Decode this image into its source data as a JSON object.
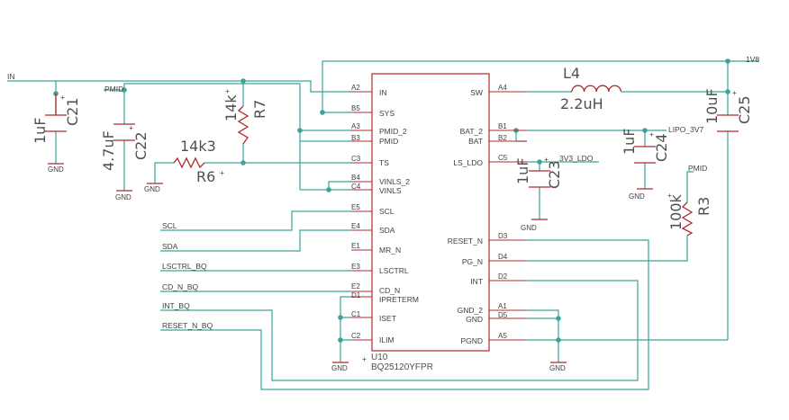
{
  "ic": {
    "name": "U10",
    "value": "BQ25120YFPR",
    "pins_left": [
      {
        "num": "A2",
        "name": "IN"
      },
      {
        "num": "B5",
        "name": "SYS"
      },
      {
        "num": "A3",
        "name": "PMID_2"
      },
      {
        "num": "B3",
        "name": "PMID"
      },
      {
        "num": "C3",
        "name": "TS"
      },
      {
        "num": "B4",
        "name": "VINLS_2"
      },
      {
        "num": "C4",
        "name": "VINLS"
      },
      {
        "num": "E5",
        "name": "SCL"
      },
      {
        "num": "E4",
        "name": "SDA"
      },
      {
        "num": "E1",
        "name": "MR_N"
      },
      {
        "num": "E3",
        "name": "LSCTRL"
      },
      {
        "num": "E2",
        "name": "CD_N"
      },
      {
        "num": "D1",
        "name": "IPRETERM"
      },
      {
        "num": "C1",
        "name": "ISET"
      },
      {
        "num": "C2",
        "name": "ILIM"
      }
    ],
    "pins_right": [
      {
        "num": "A4",
        "name": "SW"
      },
      {
        "num": "B1",
        "name": "BAT_2"
      },
      {
        "num": "B2",
        "name": "BAT"
      },
      {
        "num": "C5",
        "name": "LS_LDO"
      },
      {
        "num": "D3",
        "name": "RESET_N"
      },
      {
        "num": "D4",
        "name": "PG_N"
      },
      {
        "num": "D2",
        "name": "INT"
      },
      {
        "num": "A1",
        "name": "GND_2"
      },
      {
        "num": "D5",
        "name": "GND"
      },
      {
        "num": "A5",
        "name": "PGND"
      }
    ]
  },
  "components": {
    "c21": {
      "ref": "C21",
      "value": "1uF"
    },
    "c22": {
      "ref": "C22",
      "value": "4.7uF"
    },
    "r6": {
      "ref": "R6",
      "value": "14k3"
    },
    "r7": {
      "ref": "R7",
      "value": "14k"
    },
    "l4": {
      "ref": "L4",
      "value": "2.2uH"
    },
    "c25": {
      "ref": "C25",
      "value": "10uF"
    },
    "c24": {
      "ref": "C24",
      "value": "1uF"
    },
    "c23": {
      "ref": "C23",
      "value": "1uF"
    },
    "r3": {
      "ref": "R3",
      "value": "100k"
    }
  },
  "nets": {
    "vin": "IN",
    "pmid": "PMID",
    "pmid2": "PMID",
    "v1v8": "1V8",
    "lipo": "LIPO_3V7",
    "ldo": "3V3_LDO",
    "gnd": "GND",
    "scl": "SCL",
    "sda": "SDA",
    "lsctrl": "LSCTRL_BQ",
    "cdn": "CD_N_BQ",
    "int": "INT_BQ",
    "reset": "RESET_N_BQ"
  },
  "colors": {
    "wire": "#3aa39a",
    "part": "#b0282e",
    "text": "#404040"
  }
}
